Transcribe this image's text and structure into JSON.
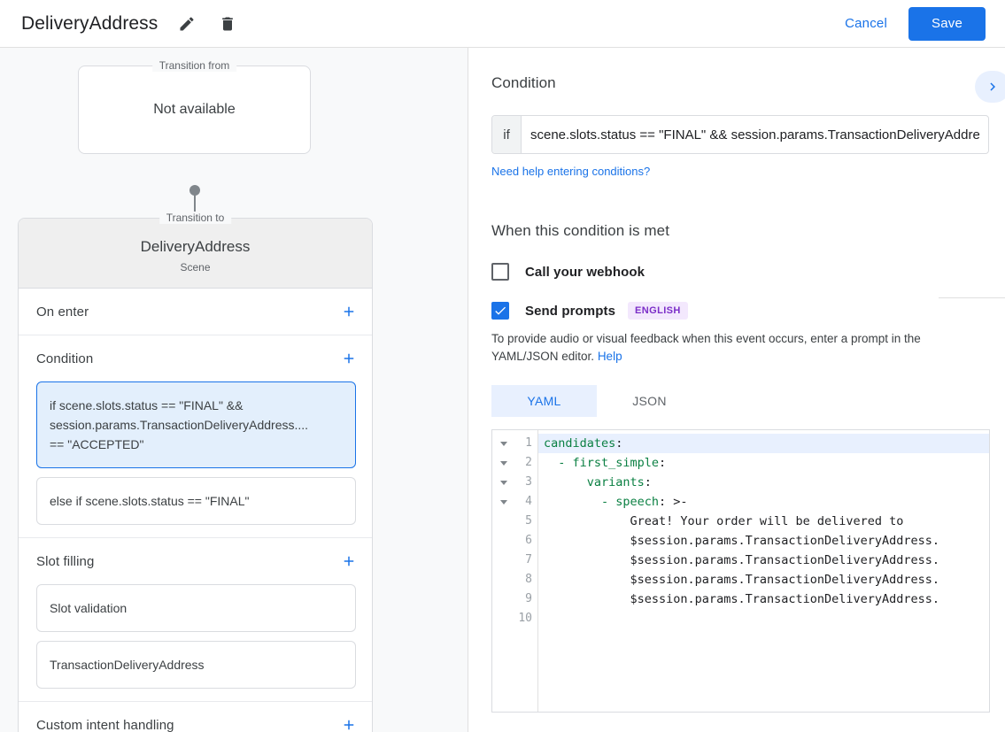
{
  "topbar": {
    "title": "DeliveryAddress",
    "edit_icon": "pencil-icon",
    "delete_icon": "trash-icon",
    "cancel_label": "Cancel",
    "save_label": "Save",
    "accent_color": "#1a73e8"
  },
  "left": {
    "transition_from": {
      "legend": "Transition from",
      "value": "Not available"
    },
    "transition_to": {
      "legend": "Transition to",
      "name": "DeliveryAddress",
      "subtitle": "Scene"
    },
    "sections": [
      {
        "title": "On enter",
        "add_icon": "plus-icon",
        "items": []
      },
      {
        "title": "Condition",
        "add_icon": "plus-icon",
        "items": [
          {
            "selected": true,
            "lines": [
              "if scene.slots.status == \"FINAL\" &&",
              "session.params.TransactionDeliveryAddress....",
              "== \"ACCEPTED\""
            ]
          },
          {
            "selected": false,
            "lines": [
              "else if scene.slots.status == \"FINAL\""
            ]
          }
        ]
      },
      {
        "title": "Slot filling",
        "add_icon": "plus-icon",
        "items": [
          {
            "selected": false,
            "lines": [
              "Slot validation"
            ]
          },
          {
            "selected": false,
            "lines": [
              "TransactionDeliveryAddress"
            ]
          }
        ]
      },
      {
        "title": "Custom intent handling",
        "add_icon": "plus-icon",
        "items": []
      }
    ]
  },
  "right": {
    "condition_heading": "Condition",
    "expand_icon": "chevron-right-icon",
    "if_label": "if",
    "condition_value": "scene.slots.status == \"FINAL\" && session.params.TransactionDeliveryAddress.location.postalAddress != null",
    "condition_placeholder": "Enter a condition",
    "help_conditions_link": "Need help entering conditions?",
    "when_met_heading": "When this condition is met",
    "webhook": {
      "label": "Call your webhook",
      "checked": false
    },
    "prompts": {
      "label": "Send prompts",
      "checked": true,
      "language_badge": "ENGLISH",
      "badge_color": "#7b2ec8"
    },
    "hint_text": "To provide audio or visual feedback when this event occurs, enter a prompt in the YAML/JSON editor.",
    "hint_link": "Help",
    "tabs": [
      {
        "label": "YAML",
        "active": true
      },
      {
        "label": "JSON",
        "active": false
      }
    ],
    "editor": {
      "lines": [
        {
          "n": "1",
          "fold": true,
          "highlight": true,
          "kw": "candidates",
          "rest": ":"
        },
        {
          "n": "2",
          "fold": true,
          "highlight": false,
          "kw": "  - first_simple",
          "rest": ":"
        },
        {
          "n": "3",
          "fold": true,
          "highlight": false,
          "kw": "      variants",
          "rest": ":"
        },
        {
          "n": "4",
          "fold": true,
          "highlight": false,
          "kw": "        - speech",
          "rest": ": >-"
        },
        {
          "n": "5",
          "fold": false,
          "highlight": false,
          "kw": "",
          "rest": "            Great! Your order will be delivered to"
        },
        {
          "n": "6",
          "fold": false,
          "highlight": false,
          "kw": "",
          "rest": "            $session.params.TransactionDeliveryAddress."
        },
        {
          "n": "7",
          "fold": false,
          "highlight": false,
          "kw": "",
          "rest": "            $session.params.TransactionDeliveryAddress."
        },
        {
          "n": "8",
          "fold": false,
          "highlight": false,
          "kw": "",
          "rest": "            $session.params.TransactionDeliveryAddress."
        },
        {
          "n": "9",
          "fold": false,
          "highlight": false,
          "kw": "",
          "rest": "            $session.params.TransactionDeliveryAddress."
        },
        {
          "n": "10",
          "fold": false,
          "highlight": false,
          "kw": "",
          "rest": ""
        }
      ]
    }
  }
}
